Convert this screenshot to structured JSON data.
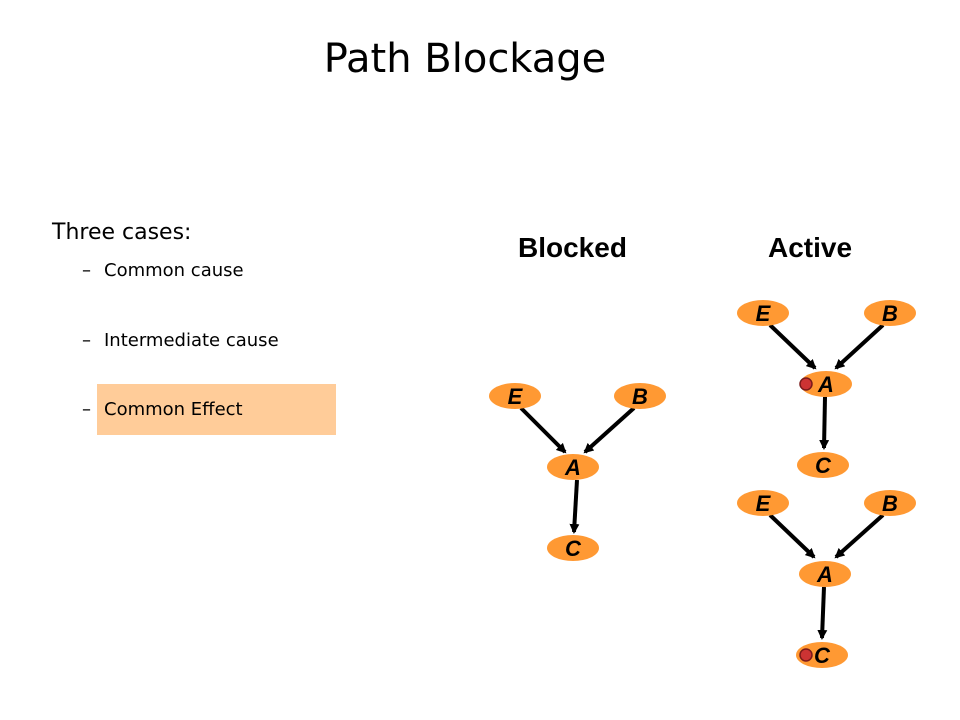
{
  "title": "Path Blockage",
  "intro": "Three cases:",
  "cases": [
    {
      "dash": "–",
      "label": "Common cause"
    },
    {
      "dash": "–",
      "label": "Intermediate cause"
    },
    {
      "dash": "–",
      "label": "Common Effect"
    }
  ],
  "columns": {
    "blocked": "Blocked",
    "active": "Active"
  },
  "colors": {
    "node_fill": "#ff9933",
    "highlight": "#ffcc99",
    "evidence": "#cc3333"
  },
  "diagrams": [
    {
      "name": "blocked",
      "nodes": [
        "E",
        "B",
        "A",
        "C"
      ],
      "evidence": []
    },
    {
      "name": "active-top",
      "nodes": [
        "E",
        "B",
        "A",
        "C"
      ],
      "evidence": [
        "A"
      ]
    },
    {
      "name": "active-bottom",
      "nodes": [
        "E",
        "B",
        "A",
        "C"
      ],
      "evidence": [
        "C"
      ]
    }
  ]
}
